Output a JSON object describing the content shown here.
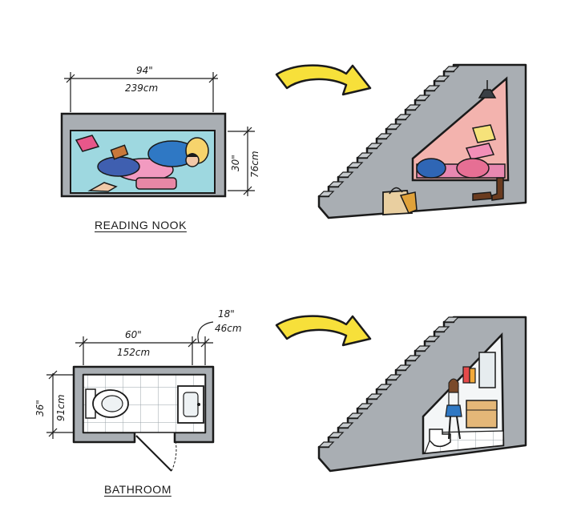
{
  "reading_nook": {
    "title": "READING NOOK",
    "width_in": "94\"",
    "width_cm": "239cm",
    "depth_in": "30\"",
    "depth_cm": "76cm"
  },
  "bathroom": {
    "title": "BATHROOM",
    "width_in": "60\"",
    "width_cm": "152cm",
    "depth_in": "36\"",
    "depth_cm": "91cm",
    "wall_in": "18\"",
    "wall_cm": "46cm"
  },
  "colors": {
    "wall_gray": "#a9aeb3",
    "nook_floor": "#9ed8e0",
    "nook_back": "#f3b3ae",
    "arrow_yellow": "#f7e03a",
    "outline": "#1a1a1a"
  }
}
